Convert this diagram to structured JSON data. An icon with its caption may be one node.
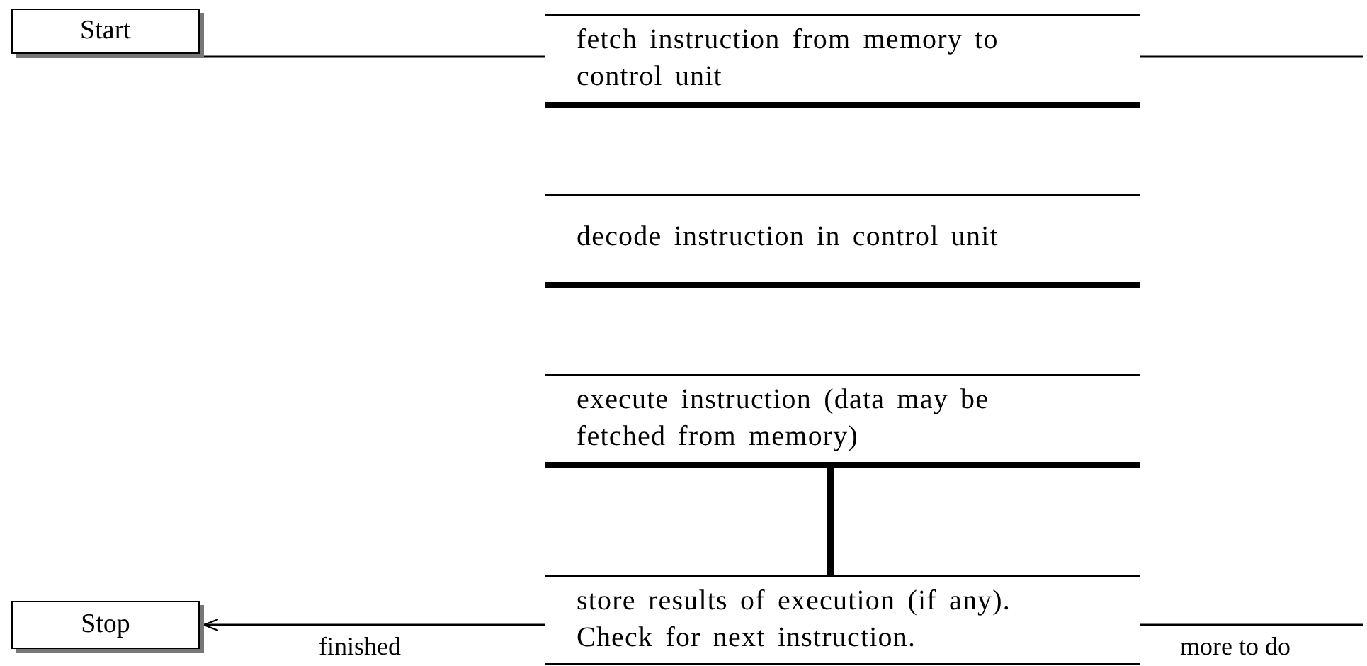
{
  "diagram": {
    "nodes": [
      {
        "text": [
          "Start"
        ]
      },
      {
        "text": [
          "fetch instruction from memory to control unit"
        ]
      },
      {
        "text": [
          "decode instruction in control unit"
        ]
      },
      {
        "text": [
          "execute instruction (data may be fetched from memory)"
        ]
      },
      {
        "text": [
          "store results of execution (if any). Check for next instruction."
        ]
      },
      {
        "text": [
          "Stop"
        ]
      }
    ],
    "edges": [
      {
        "from": 0,
        "to": 1,
        "arrow": "none"
      },
      {
        "from": 1,
        "to": null,
        "arrow": "none"
      },
      {
        "from": 3,
        "to": 4,
        "arrow": "none",
        "style": "thick"
      },
      {
        "from": 4,
        "to": 5,
        "arrow": "to",
        "label": "finished"
      },
      {
        "from": 4,
        "to": null,
        "arrow": "none",
        "label": "more to do"
      }
    ]
  }
}
